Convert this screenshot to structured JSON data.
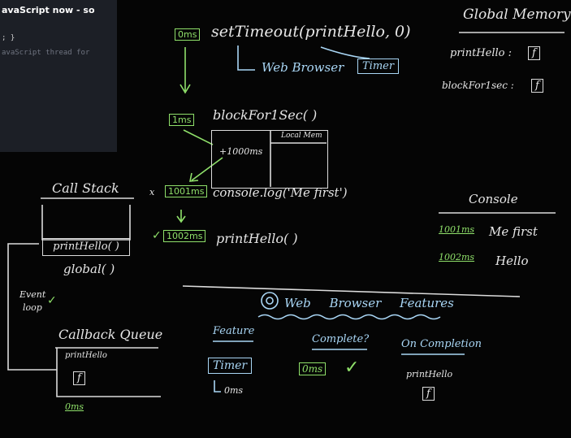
{
  "code_panel": {
    "line1": "avaScript now - so",
    "line2": "; }",
    "line3": "avaScript thread for"
  },
  "timeline": {
    "t0": "0ms",
    "t1": "1ms",
    "t2": "1001ms",
    "t3": "1002ms",
    "plus": "+1000ms"
  },
  "code": {
    "settimeout": "setTimeout(printHello, 0)",
    "web_browser": "Web Browser",
    "timer": "Timer",
    "blockfor": "blockFor1Sec( )",
    "local_mem": "Local Mem",
    "consolelog": "console.log('Me first')",
    "printhello_call": "printHello( )"
  },
  "global_memory": {
    "title": "Global Memory",
    "items": [
      {
        "label": "printHello :",
        "value": "f"
      },
      {
        "label": "blockFor1sec :",
        "value": "f"
      }
    ]
  },
  "console": {
    "title": "Console",
    "rows": [
      {
        "time": "1001ms",
        "text": "Me first"
      },
      {
        "time": "1002ms",
        "text": "Hello"
      }
    ]
  },
  "call_stack": {
    "title": "Call Stack",
    "top": "printHello( )",
    "bottom": "global( )"
  },
  "event_loop": {
    "label1": "Event",
    "label2": "loop",
    "check": "✓"
  },
  "callback_queue": {
    "title": "Callback Queue",
    "item_label": "printHello",
    "item_value": "f",
    "time": "0ms"
  },
  "web_features": {
    "title": "Web Browser Features",
    "headers": {
      "feature": "Feature",
      "complete": "Complete?",
      "on_completion": "On Completion"
    },
    "feature": "Timer",
    "feature_time": "0ms",
    "complete_time": "0ms",
    "complete_check": "✓",
    "on_completion_label": "printHello",
    "on_completion_value": "f"
  },
  "marks": {
    "cross": "x",
    "check": "✓"
  }
}
